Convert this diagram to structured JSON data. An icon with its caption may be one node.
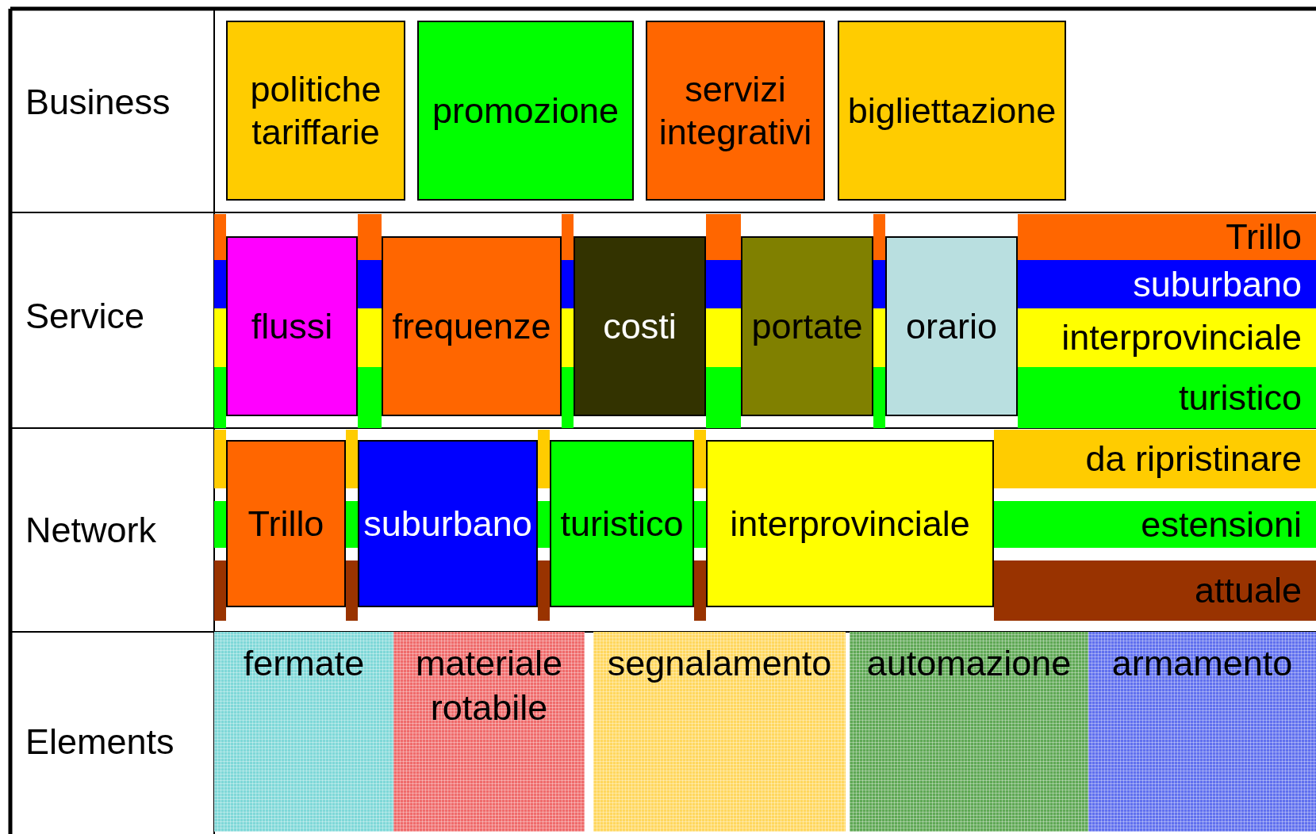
{
  "diagram": {
    "nodes": [
      {
        "text": [
          "politiche tariffarie"
        ]
      },
      {
        "text": [
          "promozione"
        ]
      },
      {
        "text": [
          "servizi integrativi"
        ]
      },
      {
        "text": [
          "bigliettazione"
        ]
      },
      {
        "text": [
          "Trillo"
        ]
      },
      {
        "text": [
          "suburbano"
        ]
      },
      {
        "text": [
          "interprovinciale"
        ]
      },
      {
        "text": [
          "turistico"
        ]
      },
      {
        "text": [
          "flussi"
        ]
      },
      {
        "text": [
          "frequenze"
        ]
      },
      {
        "text": [
          "costi"
        ]
      },
      {
        "text": [
          "portate"
        ]
      },
      {
        "text": [
          "orario"
        ]
      },
      {
        "text": [
          "da ripristinare"
        ]
      },
      {
        "text": [
          "estensioni"
        ]
      },
      {
        "text": [
          "attuale"
        ]
      },
      {
        "text": [
          "Trillo"
        ]
      },
      {
        "text": [
          "suburbano"
        ]
      },
      {
        "text": [
          "turistico"
        ]
      },
      {
        "text": [
          "interprovinciale"
        ]
      },
      {
        "text": [
          "fermate"
        ]
      },
      {
        "text": [
          "materiale rotabile"
        ]
      },
      {
        "text": [
          "segnalamento"
        ]
      },
      {
        "text": [
          "automazione"
        ]
      },
      {
        "text": [
          "armamento"
        ]
      }
    ],
    "labels": [
      "Business",
      "Service",
      "Network",
      "Elements"
    ]
  }
}
